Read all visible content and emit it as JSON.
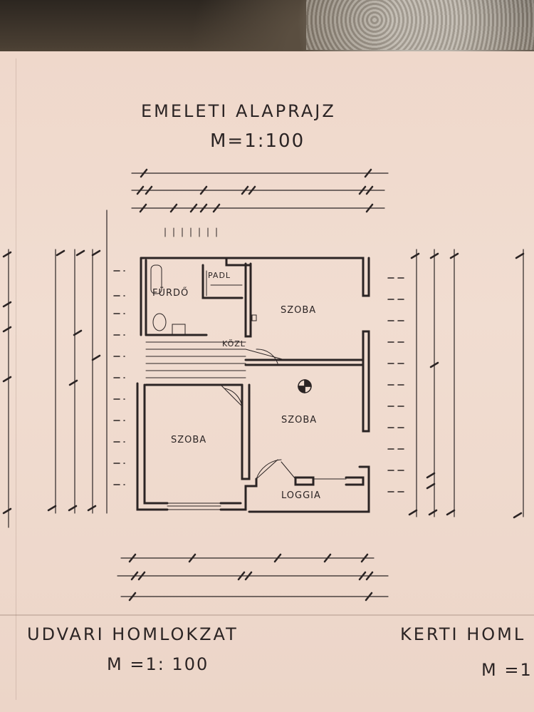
{
  "drawing": {
    "title": "EMELETI ALAPRAJZ",
    "scale": "M=1:100",
    "rooms": {
      "bath": "FÜRDŐ",
      "pantry": "PADL",
      "hall": "KÖZL",
      "room_ne": "SZOBA",
      "room_center": "SZOBA",
      "room_sw": "SZOBA",
      "loggia": "LOGGIA"
    },
    "elevation_left": {
      "title": "UDVARI HOMLOKZAT",
      "scale": "M =1: 100"
    },
    "elevation_right": {
      "title": "KERTI HOML",
      "scale": "M =1"
    }
  },
  "colors": {
    "paper": "#efd8cb",
    "ink": "#2b2424",
    "ground": "#3a332b"
  }
}
